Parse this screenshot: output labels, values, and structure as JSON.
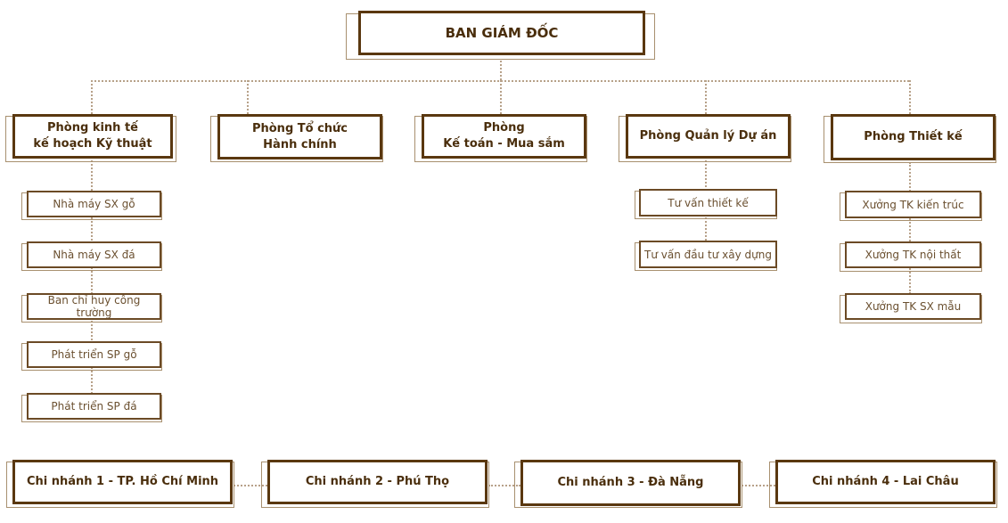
{
  "top": {
    "label": "BAN GIÁM ĐỐC"
  },
  "departments": [
    {
      "line1": "Phòng kinh tế",
      "line2": "kế hoạch  Kỹ thuật"
    },
    {
      "line1": "Phòng Tổ chức",
      "line2": "Hành chính"
    },
    {
      "line1": "Phòng",
      "line2": "Kế toán - Mua sắm"
    },
    {
      "line1": "Phòng Quản lý Dự án",
      "line2": ""
    },
    {
      "line1": "Phòng Thiết kế",
      "line2": ""
    }
  ],
  "units_economic": [
    "Nhà máy SX gỗ",
    "Nhà máy SX đá",
    "Ban chỉ huy công trường",
    "Phát triển SP gỗ",
    "Phát triển SP đá"
  ],
  "units_project": [
    "Tư vấn thiết kế",
    "Tư vấn đầu tư xây dựng"
  ],
  "units_design": [
    "Xưởng TK kiến trúc",
    "Xưởng TK nội thất",
    "Xưởng TK SX mẫu"
  ],
  "branches": [
    "Chi nhánh 1 - TP. Hồ Chí Minh",
    "Chi nhánh 2 - Phú Thọ",
    "Chi nhánh 3 - Đà Nẵng",
    "Chi nhánh 4 - Lai Châu"
  ],
  "colors": {
    "primary": "#5a3810",
    "line": "#b7a189"
  }
}
